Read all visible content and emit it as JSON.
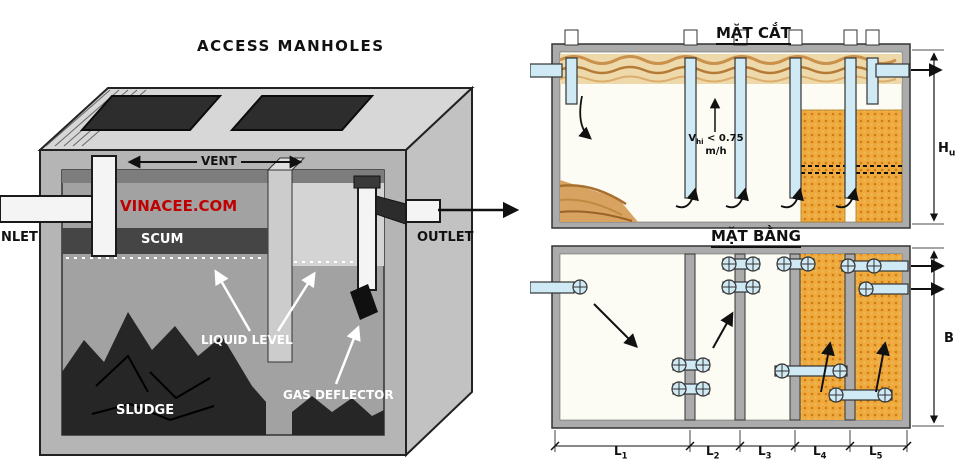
{
  "septic_tank": {
    "access_manholes": "ACCESS MANHOLES",
    "vent": "VENT",
    "watermark": "VINACEE.COM",
    "inlet": "NLET",
    "scum": "SCUM",
    "outlet": "OUTLET",
    "liquid_level": "LIQUID LEVEL",
    "gas_deflector": "GAS DEFLECTOR",
    "sludge": "SLUDGE"
  },
  "baffled_reactor": {
    "section_title": "MẶT CẮT",
    "plan_title": "MẶT BẰNG",
    "velocity": {
      "base": "V",
      "sub": "hi",
      "rest": " < 0.75",
      "unit": "m/h"
    },
    "height_dim": {
      "base": "H",
      "sub": "u"
    },
    "width_dim": "B",
    "lengths": [
      {
        "base": "L",
        "sub": "1"
      },
      {
        "base": "L",
        "sub": "2"
      },
      {
        "base": "L",
        "sub": "3"
      },
      {
        "base": "L",
        "sub": "4"
      },
      {
        "base": "L",
        "sub": "5"
      }
    ]
  },
  "colors": {
    "watermark_red": "#bf0000",
    "pipe_blue": "#cfe9f5",
    "sludge_orange": "#f2a93b",
    "scum_tan": "#eed9ab",
    "tank_gray": "#b5b5b5",
    "dark_gray": "#262626"
  }
}
